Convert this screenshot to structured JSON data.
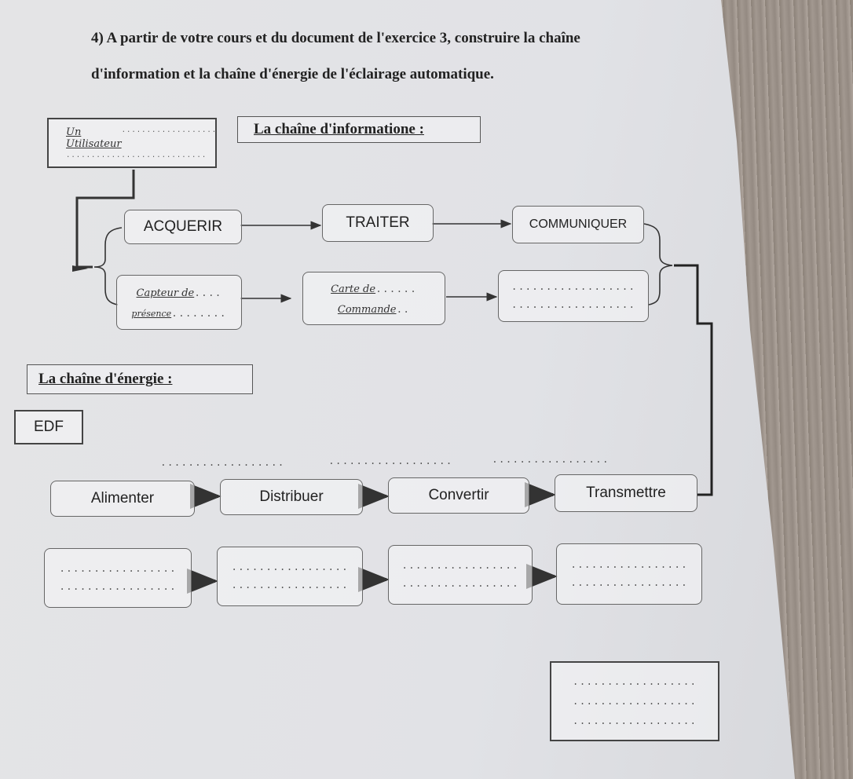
{
  "question": {
    "line1": "4) A partir de votre cours et du document de l'exercice 3, construire la chaîne",
    "line2": "d'information  et la chaîne d'énergie de l'éclairage automatique."
  },
  "user_box": {
    "handwritten": "Un Utilisateur",
    "dots": "...................",
    "dots2": "............................"
  },
  "info_chain": {
    "title": "La chaîne d'informatione :",
    "functions": [
      "ACQUERIR",
      "TRAITER",
      "COMMUNIQUER"
    ],
    "components": [
      {
        "line1": "Capteur de",
        "line2": "présence",
        "dots1": "....",
        "dots2": "........"
      },
      {
        "line1": "Carte de",
        "line2": "Commande",
        "dots1": "......",
        "dots2": ".."
      },
      {
        "line1": "..................",
        "line2": ".................."
      }
    ]
  },
  "energy_chain": {
    "title": "La chaîne d'énergie :",
    "source": "EDF",
    "top_blanks": [
      "..................",
      "..................",
      "................."
    ],
    "functions": [
      "Alimenter",
      "Distribuer",
      "Convertir",
      "Transmettre"
    ],
    "components": [
      {
        "line1": ".................",
        "line2": "................."
      },
      {
        "line1": ".................",
        "line2": "................."
      },
      {
        "line1": ".................",
        "line2": "................."
      },
      {
        "line1": ".................",
        "line2": "................."
      }
    ],
    "final_box": [
      "..................",
      "..................",
      ".................."
    ]
  }
}
